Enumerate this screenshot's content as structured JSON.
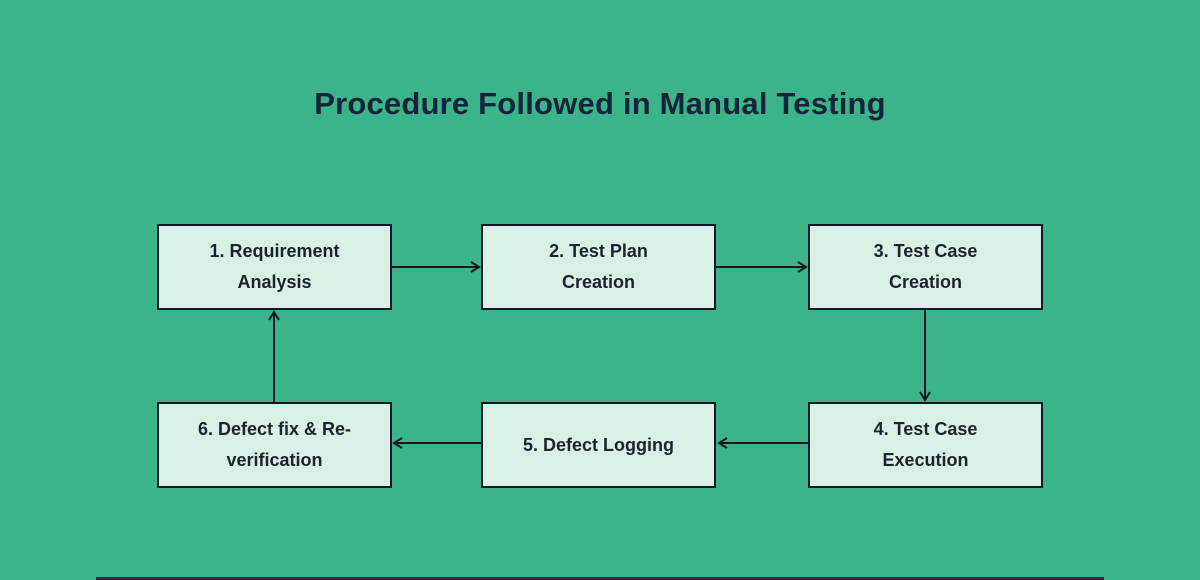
{
  "title": "Procedure Followed in Manual Testing",
  "steps": [
    {
      "lines": [
        "1. Requirement",
        "Analysis"
      ]
    },
    {
      "lines": [
        "2. Test Plan",
        "Creation"
      ]
    },
    {
      "lines": [
        "3. Test Case",
        "Creation"
      ]
    },
    {
      "lines": [
        "4. Test Case",
        "Execution"
      ]
    },
    {
      "lines": [
        "5. Defect Logging"
      ]
    },
    {
      "lines": [
        "6. Defect fix & Re-",
        "verification"
      ]
    }
  ],
  "flow_arrows": [
    {
      "from": "step-1",
      "to": "step-2",
      "direction": "right"
    },
    {
      "from": "step-2",
      "to": "step-3",
      "direction": "right"
    },
    {
      "from": "step-3",
      "to": "step-4",
      "direction": "down"
    },
    {
      "from": "step-4",
      "to": "step-5",
      "direction": "left"
    },
    {
      "from": "step-5",
      "to": "step-6",
      "direction": "left"
    },
    {
      "from": "step-6",
      "to": "step-1",
      "direction": "up"
    }
  ],
  "colors": {
    "background": "#3CB489",
    "box_fill": "#D9F0E5",
    "box_border": "#111827",
    "title_text": "#16233B",
    "box_text": "#1B2230",
    "arrow": "#111827",
    "bottom_bar": "#22303E"
  }
}
